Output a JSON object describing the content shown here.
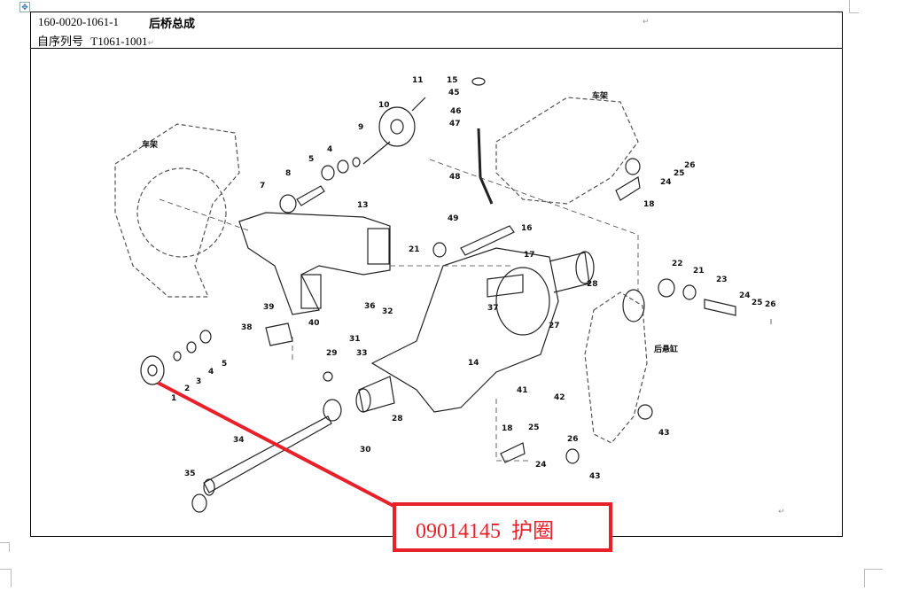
{
  "header": {
    "part_code": "160-0020-1061-1",
    "title": "后桥总成",
    "serial_label": "自序列号",
    "serial_value": "T1061-1001"
  },
  "diagram": {
    "frame_label_left": "车架",
    "frame_label_right": "车架",
    "cylinder_label": "后悬缸",
    "callouts": [
      "1",
      "2",
      "3",
      "4",
      "5",
      "34",
      "35",
      "30",
      "28",
      "29",
      "38",
      "39",
      "40",
      "31",
      "33",
      "36",
      "32",
      "37",
      "14",
      "41",
      "42",
      "27",
      "28",
      "21",
      "49",
      "48",
      "47",
      "46",
      "45",
      "15",
      "16",
      "17",
      "11",
      "10",
      "9",
      "4",
      "5",
      "8",
      "7",
      "13",
      "22",
      "21",
      "23",
      "24",
      "25",
      "26",
      "24",
      "25",
      "26",
      "18",
      "43",
      "43",
      "18",
      "25",
      "26",
      "24"
    ]
  },
  "annotation": {
    "part_number": "09014145",
    "part_name": "护圈",
    "color": "#e8202a"
  }
}
